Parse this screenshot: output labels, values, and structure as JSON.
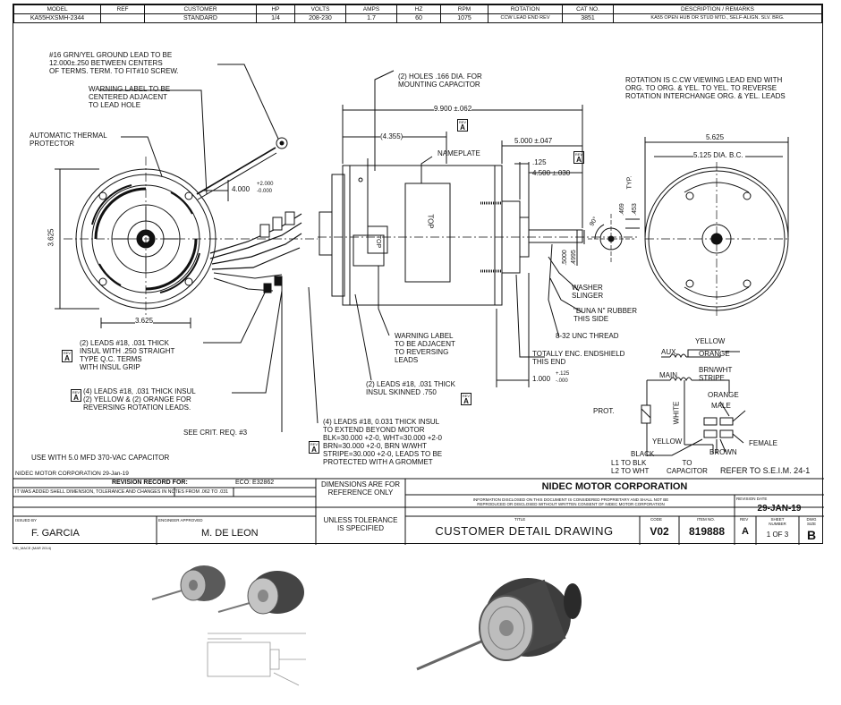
{
  "header": {
    "labels": [
      "MODEL",
      "REF",
      "CUSTOMER",
      "HP",
      "VOLTS",
      "AMPS",
      "HZ",
      "RPM",
      "ROTATION",
      "CAT NO.",
      "DESCRIPTION / REMARKS"
    ],
    "values": [
      "KA55HXSMH-2344",
      "",
      "STANDARD",
      "1/4",
      "208-230",
      "1.7",
      "60",
      "1075",
      "CCW LEAD END REV",
      "3851",
      "KA55 OPEN HUB OR STUD MTD., SELF-ALIGN. SLV. BRG."
    ]
  },
  "notes": {
    "ground_lead": "#16 GRN/YEL GROUND LEAD TO BE\n12.000±.250 BETWEEN CENTERS\nOF TERMS. TERM. TO FIT#10 SCREW.",
    "warning_label": "WARNING LABEL TO BE\nCENTERED ADJACENT\nTO LEAD HOLE",
    "thermal": "AUTOMATIC THERMAL\nPROTECTOR",
    "holes": "(2) HOLES .166 DIA. FOR\nMOUNTING CAPACITOR",
    "rotation": "ROTATION IS C.CW VIEWING LEAD END WITH\nORG. TO ORG. & YEL. TO YEL. TO REVERSE\nROTATION INTERCHANGE ORG. & YEL. LEADS",
    "nameplate": "NAMEPLATE",
    "top1": "TOP",
    "top2": "TOP",
    "leads_qc": "(2) LEADS #18, .031 THICK\nINSUL WITH .250 STRAIGHT\nTYPE Q.C. TERMS\nWITH INSUL GRIP",
    "leads_yo": "(4) LEADS #18, .031 THICK INSUL\n(2) YELLOW & (2) ORANGE FOR\nREVERSING ROTATION LEADS.",
    "warning_rev": "WARNING LABEL\nTO BE ADJACENT\nTO REVERSING\nLEADS",
    "leads_skinned": "(2) LEADS #18, .031 THICK\nINSUL SKINNED .750",
    "crit": "SEE CRIT. REQ. #3",
    "leads_four": "(4) LEADS #18, 0.031 THICK INSUL\nTO EXTEND BEYOND MOTOR\nBLK=30.000 +2-0, WHT=30.000 +2-0\nBRN=30.000 +2-0, BRN W/WHT\nSTRIPE=30.000 +2-0, LEADS TO BE\nPROTECTED WITH A GROMMET",
    "capacitor": "USE WITH 5.0 MFD 370-VAC CAPACITOR",
    "washer": "WASHER\nSLINGER",
    "buna": "\"BUNA N\" RUBBER\nTHIS SIDE",
    "thread": "8-32 UNC THREAD",
    "endshield": "TOTALLY ENC. ENDSHIELD\nTHIS END",
    "seim": "REFER TO S.E.I.M. 24-1"
  },
  "dims": {
    "d9900": "9.900 ±.062",
    "d4355": "(4.355)",
    "d5000": "5.000 ±.047",
    "d125": ".125",
    "d4500": "4.500 ±.030",
    "d4000": "4.000",
    "d4000_tol_top": "+2.000",
    "d4000_tol_bot": "-0.000",
    "d3625v": "3.625",
    "d3625h": "3.625",
    "d5625": "5.625",
    "d5125": "5.125 DIA. B.C.",
    "d469": ".469",
    "d453": ".453",
    "typ": "TYP.",
    "d90": "90°",
    "d5000s": ".5000",
    "d4995": ".4995",
    "d1000": "1.000",
    "d1000_tol_top": "+.125",
    "d1000_tol_bot": "-.000"
  },
  "rev_marker": {
    "top": "REV",
    "letter": "A"
  },
  "wiring": {
    "yellow": "YELLOW",
    "aux": "AUX.",
    "orange": "ORANGE",
    "main": "MAIN",
    "brnwht": "BRN/WHT\nSTRIPE",
    "orange2": "ORANGE",
    "male": "MALE",
    "prot": "PROT.",
    "white": "WHITE",
    "yellow2": "YELLOW",
    "female": "FEMALE",
    "brown": "BROWN",
    "black": "BLACK",
    "l1": "L1 TO BLK\nL2 TO WHT",
    "to_cap": "TO\nCAPACITOR"
  },
  "title_block": {
    "corp_date": "NIDEC MOTOR CORPORATION 29-Jan-19",
    "revision_record": "REVISION RECORD FOR:",
    "eco": "ECO: E32862",
    "rev_note": "IT WAS ADDED SHELL DIMENSION, TOLERANCE AND CHANGES IN NOTES FROM .062 TO .031",
    "dims_ref": "DIMENSIONS ARE FOR\nREFERENCE ONLY",
    "unless": "UNLESS TOLERANCE\nIS SPECIFIED",
    "company": "NIDEC MOTOR CORPORATION",
    "proprietary": "INFORMATION DISCLOSED ON THIS DOCUMENT IS CONSIDERED PROPRIETARY AND SHALL NOT BE\nREPRODUCED OR DISCLOSED WITHOUT WRITTEN CONSENT OF NIDEC MOTOR CORPORATION",
    "title_label": "TITLE",
    "title": "CUSTOMER  DETAIL  DRAWING",
    "code_label": "CODE",
    "code": "V02",
    "item_label": "ITEM NO.",
    "item": "819888",
    "rev_label": "REV",
    "rev": "A",
    "sheet_label": "SHEET\nNUMBER",
    "sheet": "1  OF  3",
    "dwg_label": "DWG\nSIZE",
    "dwg": "B",
    "revdate_label": "REVISION DATE",
    "revdate": "29-JAN-19",
    "issued_label": "ISSUED BY",
    "issued": "F. GARCIA",
    "engineer_label": "ENGINEER APPROVED",
    "engineer": "M. DE LEON",
    "footer": "VID_MACE (MAR 2014)"
  }
}
